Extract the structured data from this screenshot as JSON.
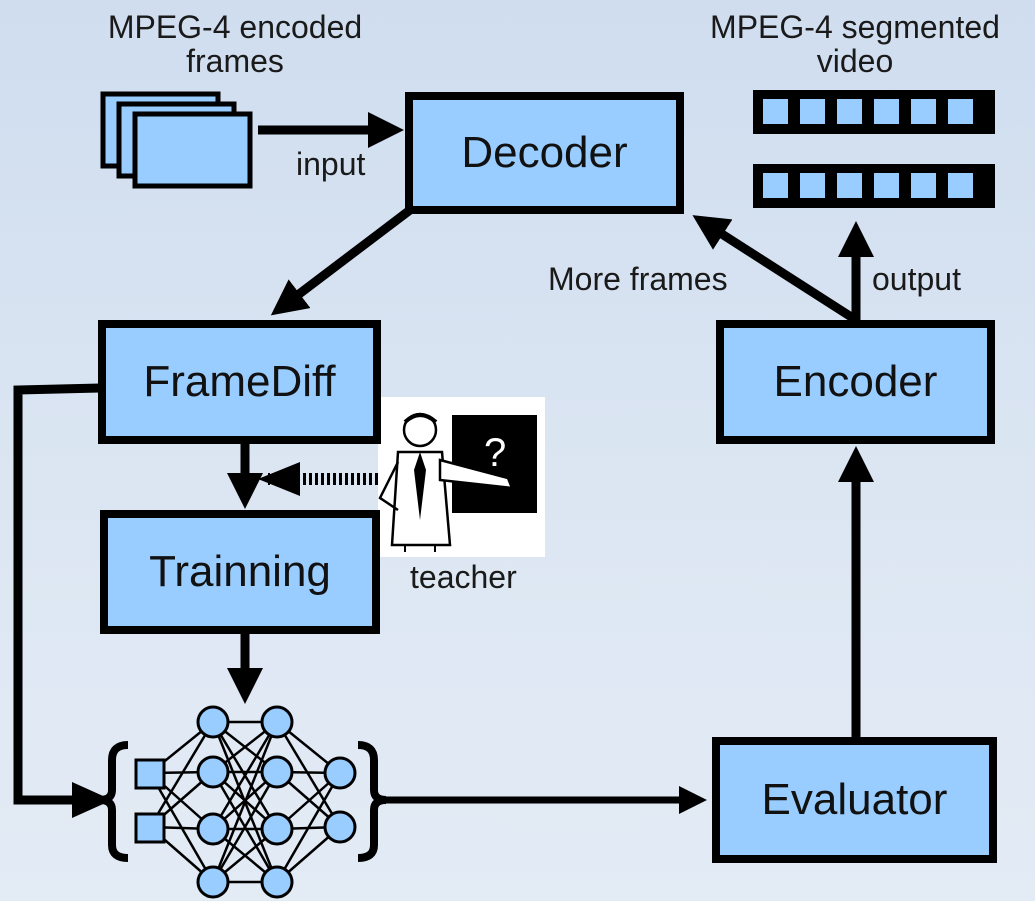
{
  "labels": {
    "input_frames": "MPEG-4 encoded\nframes",
    "output_video": "MPEG-4 segmented\nvideo",
    "input": "input",
    "more_frames": "More frames",
    "output": "output",
    "teacher": "teacher"
  },
  "boxes": {
    "decoder": "Decoder",
    "framediff": "FrameDiff",
    "training": "Trainning",
    "encoder": "Encoder",
    "evaluator": "Evaluator"
  },
  "colors": {
    "box_fill": "#99ccff",
    "stroke": "#000000"
  }
}
